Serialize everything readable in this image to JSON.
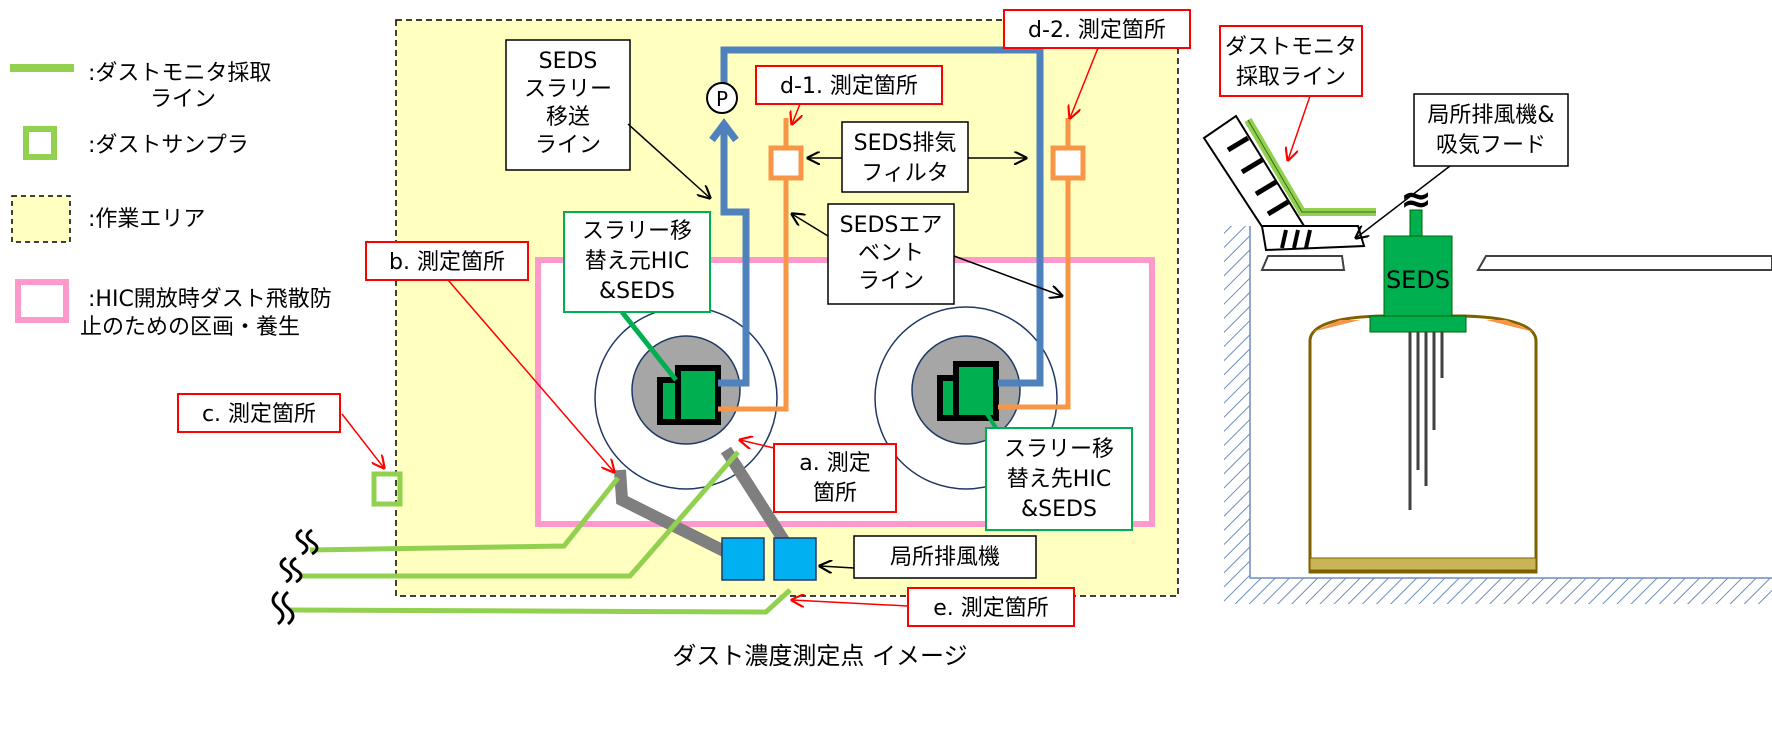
{
  "legend": {
    "dust_line": ":ダストモニタ採取",
    "dust_line_2": "ライン",
    "sampler": ":ダストサンプラ",
    "work_area": ":作業エリア",
    "hic_zone": ":HIC開放時ダスト飛散防",
    "hic_zone_2": "止のための区画・養生"
  },
  "labels": {
    "seds_transfer": [
      "SEDS",
      "スラリー",
      "移送",
      "ライン"
    ],
    "d1": "d-1. 測定箇所",
    "d2": "d-2. 測定箇所",
    "pump": "P",
    "filter": [
      "SEDS排気",
      "フィルタ"
    ],
    "vent": [
      "SEDSエア",
      "ベント",
      "ライン"
    ],
    "source_hic": [
      "スラリー移",
      "替え元HIC",
      "&SEDS"
    ],
    "dest_hic": [
      "スラリー移",
      "替え先HIC",
      "&SEDS"
    ],
    "b": "b. 測定箇所",
    "c": "c. 測定箇所",
    "a": [
      "a. 測定",
      "箇所"
    ],
    "exhaust": "局所排風機",
    "e": "e. 測定箇所",
    "caption": "ダスト濃度測定点 イメージ"
  },
  "side": {
    "dust_line": [
      "ダストモニタ",
      "採取ライン"
    ],
    "exhaust_hood": [
      "局所排風機&",
      "吸気フード"
    ],
    "seds": "SEDS",
    "wave": "≈"
  },
  "colors": {
    "green_line": "#92d050",
    "work_area": "#ffffc0",
    "pink": "#ff99cc",
    "blue": "#4f81bd",
    "orange": "#f79646",
    "seds_green": "#00b050",
    "fan": "#00b0f0",
    "red": "#ff0000"
  }
}
